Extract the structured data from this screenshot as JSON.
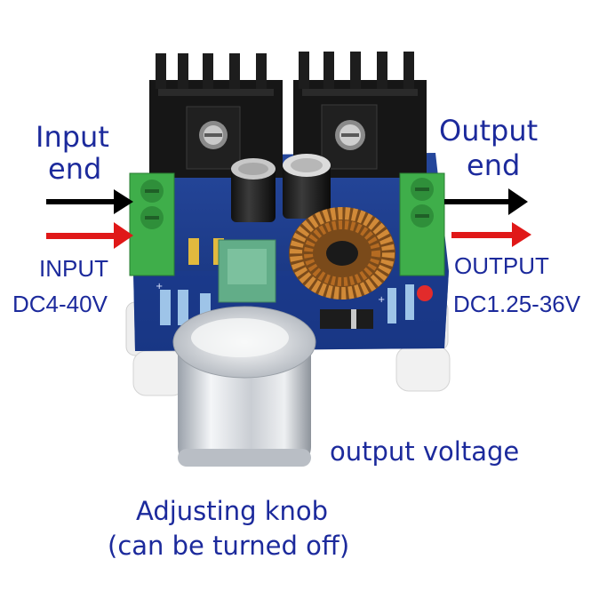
{
  "labels": {
    "input_end_line1": "Input",
    "input_end_line2": "end",
    "output_end_line1": "Output",
    "output_end_line2": "end",
    "input_spec_line1": "INPUT",
    "input_spec_line2": "DC4-40V",
    "output_spec_line1": "OUTPUT",
    "output_spec_line2": "DC1.25-36V",
    "output_voltage": "output voltage",
    "knob_line1": "Adjusting knob",
    "knob_line2": "(can be turned off)"
  },
  "colors": {
    "label_text": "#1c2a9c",
    "pcb": "#1a3a8c",
    "heatsink": "#151515",
    "terminal": "#3fae4a",
    "arrow_black": "#000000",
    "arrow_red": "#e01818",
    "knob": "#d9dde3",
    "inductor_copper": "#c57a2c"
  }
}
